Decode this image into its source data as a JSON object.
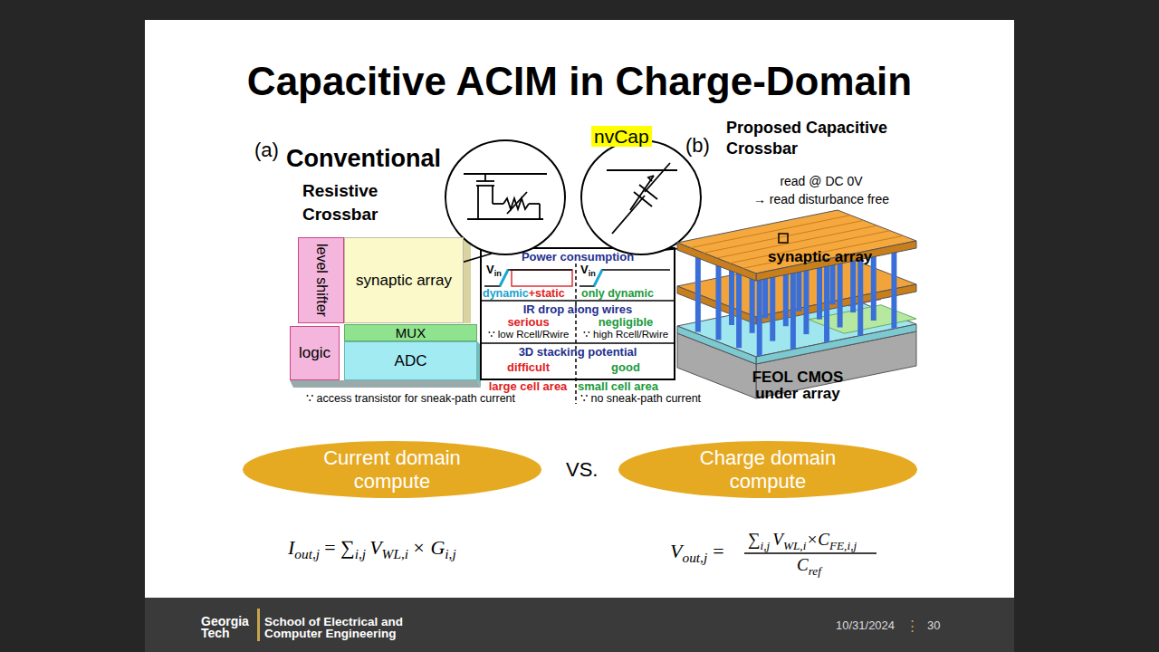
{
  "diagram": {
    "title": "Capacitive ACIM in Charge-Domain",
    "nodes": [
      {
        "text": [
          "level shifter"
        ]
      },
      {
        "text": [
          "synaptic array"
        ]
      },
      {
        "text": [
          "logic"
        ]
      },
      {
        "text": [
          "MUX"
        ]
      },
      {
        "text": [
          "ADC"
        ]
      },
      {
        "text": [
          "Current domain compute"
        ]
      },
      {
        "text": [
          "Charge domain compute"
        ]
      }
    ],
    "labels": [
      "(a)",
      "Conventional",
      "Resistive Crossbar",
      "nvCap",
      "(b)",
      "Proposed Capacitive Crossbar",
      "read @ DC 0V",
      "→ read disturbance free",
      "Power consumption",
      "V",
      "in",
      "V",
      "in",
      "dynamic",
      "+static",
      "only dynamic",
      "IR drop along wires",
      "serious",
      "negligible",
      "∵ low Rcell/Rwire",
      "∵ high Rcell/Rwire",
      "3D stacking potential",
      "difficult",
      "good",
      "large cell area",
      "small cell area",
      "∵ access transistor for sneak-path current",
      "∵ no sneak-path current",
      "synaptic array",
      "FEOL CMOS under array",
      "VS.",
      "I",
      "out,j",
      "= ∑",
      "i,j",
      "V",
      "WL,i",
      "× G",
      "i,j",
      "V",
      "out,j",
      "=",
      "∑",
      "i,j",
      "V",
      "WL,i",
      "×C",
      "FE,i,j",
      "C",
      "ref",
      "Georgia",
      "Tech",
      "School of Electrical and",
      "Computer Engineering",
      "10/31/2024",
      "⋮",
      "30"
    ]
  }
}
